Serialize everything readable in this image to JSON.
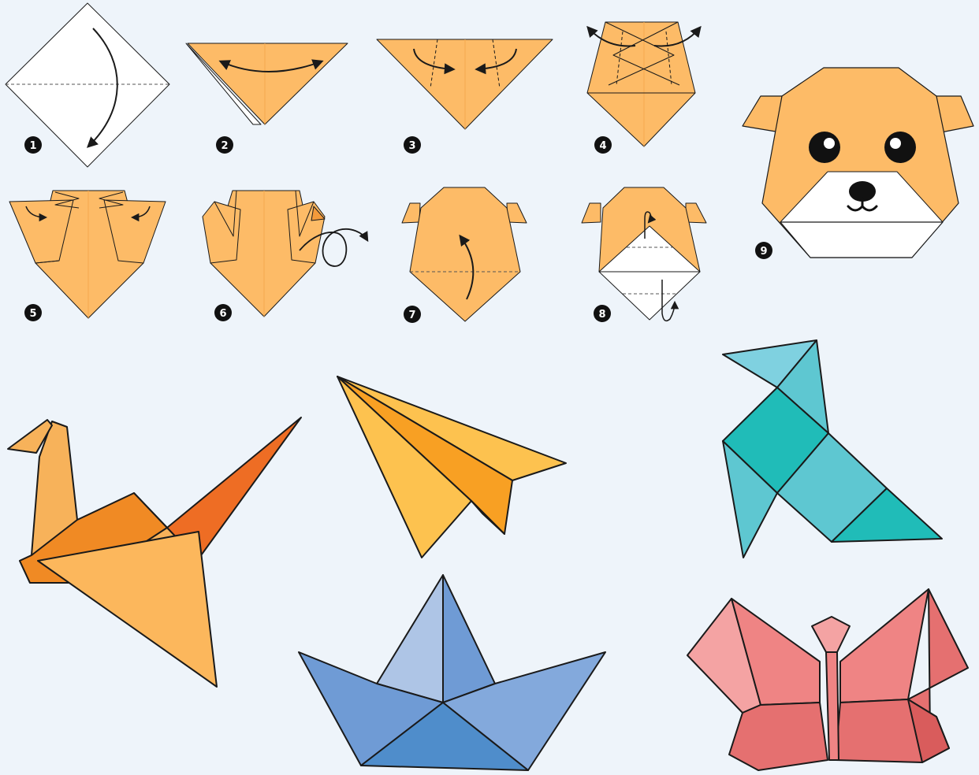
{
  "colors": {
    "background": "#eef4fa",
    "bear_paper": "#fdbb67",
    "bear_crease": "#f5a94f",
    "outline": "#1a1a1a",
    "crane": [
      "#f7b25a",
      "#f08a24",
      "#ee6d24",
      "#fcb75c"
    ],
    "plane": [
      "#fdc24f",
      "#f8a023",
      "#f49a22"
    ],
    "bird": [
      "#7fd1e0",
      "#5ec7d1",
      "#20bcb8"
    ],
    "boat": [
      "#aec5e6",
      "#6f9bd5",
      "#4f8dcb",
      "#83a9dc"
    ],
    "butterfly": [
      "#f4a3a3",
      "#ef8484",
      "#e57070",
      "#d95c5c"
    ]
  },
  "steps": [
    {
      "label": "1"
    },
    {
      "label": "2"
    },
    {
      "label": "3"
    },
    {
      "label": "4"
    },
    {
      "label": "5"
    },
    {
      "label": "6"
    },
    {
      "label": "7"
    },
    {
      "label": "8"
    },
    {
      "label": "9"
    }
  ],
  "models": [
    "bear-face",
    "crane",
    "paper-plane",
    "bird",
    "boat",
    "butterfly"
  ]
}
